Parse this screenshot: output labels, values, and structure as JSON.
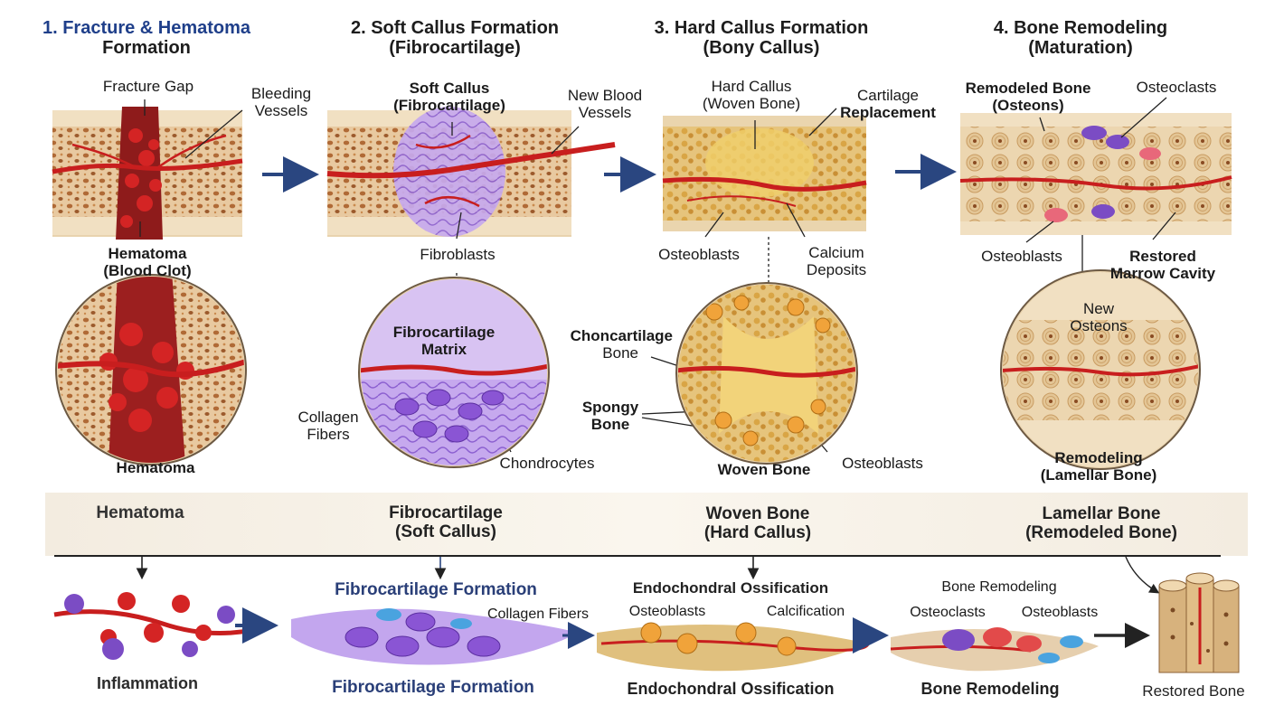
{
  "stages": [
    {
      "title_line1": "1. Fracture & Hematoma",
      "title_line2": "Formation"
    },
    {
      "title_line1": "2. Soft Callus Formation",
      "title_line2": "(Fibrocartilage)"
    },
    {
      "title_line1": "3. Hard Callus Formation",
      "title_line2": "(Bony Callus)"
    },
    {
      "title_line1": "4. Bone Remodeling",
      "title_line2": "(Maturation)"
    }
  ],
  "stage1": {
    "fracture_gap": "Fracture Gap",
    "bleeding_vessels_l1": "Bleeding",
    "bleeding_vessels_l2": "Vessels",
    "hematoma_l1": "Hematoma",
    "hematoma_l2": "(Blood Clot)",
    "hematoma": "Hematoma"
  },
  "stage2": {
    "soft_callus_l1": "Soft Callus",
    "soft_callus_l2": "(Fibrocartilage)",
    "new_vessels_l1": "New Blood",
    "new_vessels_l2": "Vessels",
    "fibroblasts": "Fibroblasts",
    "matrix_l1": "Fibrocartilage",
    "matrix_l2": "Matrix",
    "collagen_l1": "Collagen",
    "collagen_l2": "Fibers",
    "chondrocytes": "Chondrocytes"
  },
  "stage3": {
    "hard_callus_l1": "Hard Callus",
    "hard_callus_l2": "(Woven Bone)",
    "cartilage_l1": "Cartilage",
    "cartilage_l2": "Replacement",
    "osteoblasts": "Osteoblasts",
    "calcium_l1": "Calcium",
    "calcium_l2": "Deposits",
    "choncartilage_l1": "Choncartilage",
    "choncartilage_l2": "Bone",
    "spongy_l1": "Spongy",
    "spongy_l2": "Bone",
    "woven_bone": "Woven Bone",
    "osteoblasts2": "Osteoblasts"
  },
  "stage4": {
    "remodeled_l1": "Remodeled Bone",
    "remodeled_l2": "(Osteons)",
    "osteoclasts": "Osteoclasts",
    "osteoblasts": "Osteoblasts",
    "marrow_l1": "Restored",
    "marrow_l2": "Marrow Cavity",
    "new_osteons_l1": "New",
    "new_osteons_l2": "Osteons",
    "remodeling_l1": "Remodeling",
    "remodeling_l2": "(Lamellar  Bone)"
  },
  "band": {
    "s1": "Hematoma",
    "s2_l1": "Fibrocartilage",
    "s2_l2": "(Soft Callus)",
    "s3_l1": "Woven Bone",
    "s3_l2": "(Hard Callus)",
    "s4_l1": "Lamellar Bone",
    "s4_l2": "(Remodeled Bone)"
  },
  "bottom": {
    "inflammation": "Inflammation",
    "fibro_top": "Fibrocartilage Formation",
    "collagen": "Collagen Fibers",
    "fibro_bottom": "Fibrocartilage Formation",
    "endo_top": "Endochondral Ossification",
    "osteoblasts": "Osteoblasts",
    "calcification": "Calcification",
    "endo_bottom": "Endochondral Ossification",
    "remodel_top": "Bone Remodeling",
    "osteoclasts": "Osteoclasts",
    "osteoblasts2": "Osteoblasts",
    "remodel_bottom": "Bone Remodeling",
    "restored": "Restored Bone"
  },
  "colors": {
    "bone": "#e9d3ad",
    "marrow": "#c98a4e",
    "blood": "#c81e1e",
    "cartilage": "#9a6fd6",
    "woven": "#e8b94a",
    "arrow": "#2a4680"
  }
}
